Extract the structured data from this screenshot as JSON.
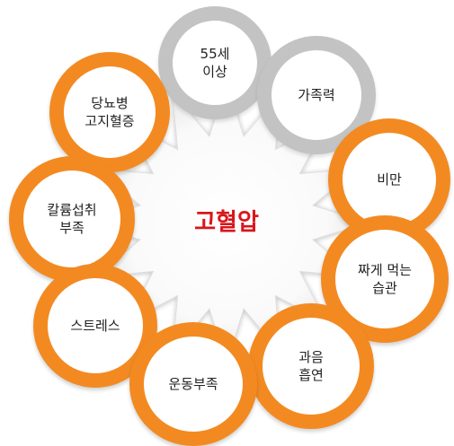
{
  "center": {
    "title": "고혈압",
    "color": "#d9161c"
  },
  "colors": {
    "orange": "#f38a21",
    "gray": "#c3c3c3"
  },
  "nodes": [
    {
      "id": "55",
      "label": "55세\n이상",
      "tone": "gray"
    },
    {
      "id": "family",
      "label": "가족력",
      "tone": "gray"
    },
    {
      "id": "diab",
      "label": "당뇨병\n고지혈증",
      "tone": "orange"
    },
    {
      "id": "obesity",
      "label": "비만",
      "tone": "orange"
    },
    {
      "id": "calcium",
      "label": "칼륨섭취\n부족",
      "tone": "orange"
    },
    {
      "id": "salty",
      "label": "짜게 먹는\n습관",
      "tone": "orange"
    },
    {
      "id": "stress",
      "label": "스트레스",
      "tone": "orange"
    },
    {
      "id": "alcohol",
      "label": "과음\n흡연",
      "tone": "orange"
    },
    {
      "id": "exercise",
      "label": "운동부족",
      "tone": "orange"
    }
  ]
}
